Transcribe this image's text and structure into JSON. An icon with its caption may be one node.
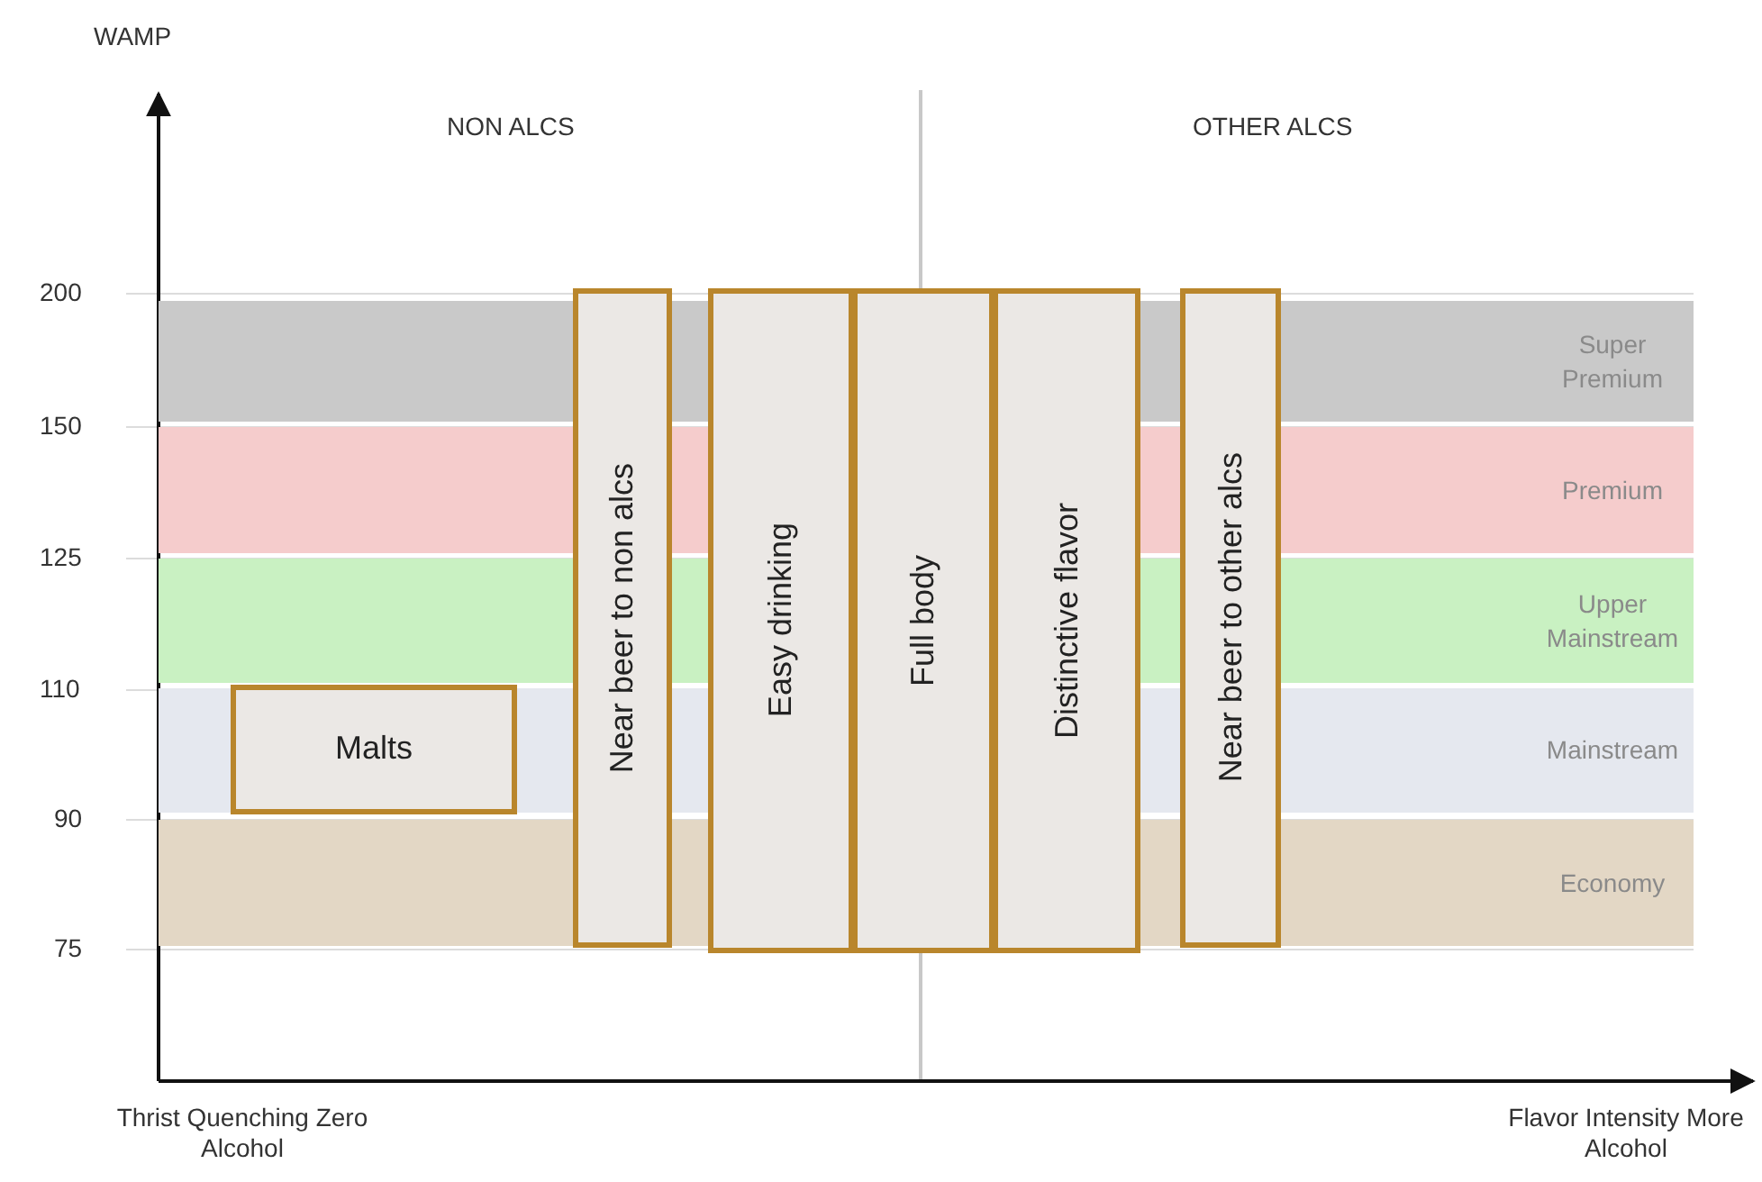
{
  "diagram": {
    "nodes": [
      {
        "text": [
          "Super Premium"
        ]
      },
      {
        "text": [
          "Premium"
        ]
      },
      {
        "text": [
          "Upper Mainstream"
        ]
      },
      {
        "text": [
          "Mainstream"
        ]
      },
      {
        "text": [
          "Economy"
        ]
      },
      {
        "text": [
          "Malts"
        ],
        "in": 3
      },
      {
        "text": [
          "Near  beer  to non alcs"
        ]
      },
      {
        "text": [
          "Easy drinking"
        ]
      },
      {
        "text": [
          "Full body"
        ]
      },
      {
        "text": [
          "Distinctive flavor"
        ]
      },
      {
        "text": [
          "Near  beer  to other alcs"
        ]
      }
    ],
    "labels": [
      "WAMP",
      "NON ALCS",
      "OTHER ALCS",
      "200",
      "150",
      "125",
      "110",
      "90",
      "75",
      "Thrist Quenching Zero  Alcohol",
      "Flavor Intensity More Alcohol"
    ]
  }
}
